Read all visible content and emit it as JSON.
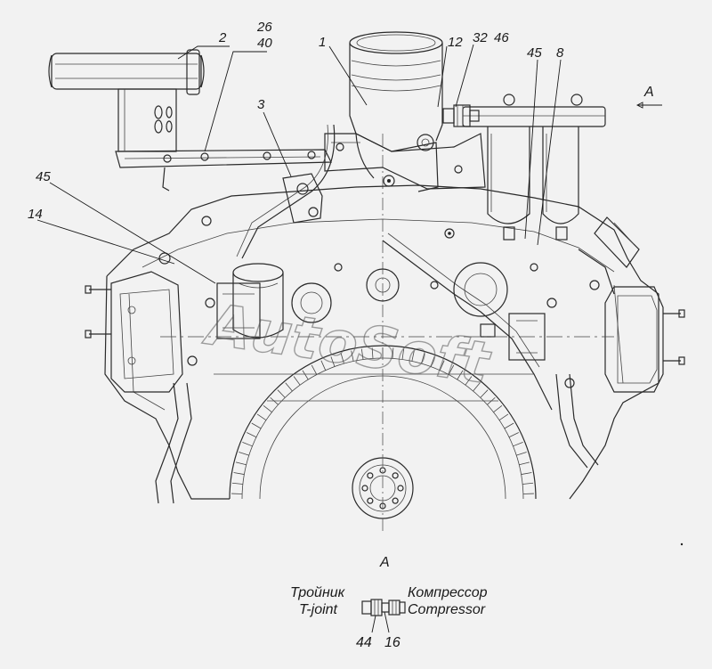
{
  "callouts": {
    "c1": "1",
    "c2": "2",
    "c26": "26",
    "c40": "40",
    "c3": "3",
    "c12": "12",
    "c32": "32",
    "c46": "46",
    "c45_right": "45",
    "c8": "8",
    "c45_left": "45",
    "c14": "14"
  },
  "view": {
    "arrow_label": "A",
    "detail_title": "A"
  },
  "detail": {
    "left_ru": "Тройник",
    "left_en": "T-joint",
    "right_ru": "Компрессор",
    "right_en": "Compressor",
    "num_44": "44",
    "num_16": "16"
  },
  "watermark": "AutoSoft"
}
